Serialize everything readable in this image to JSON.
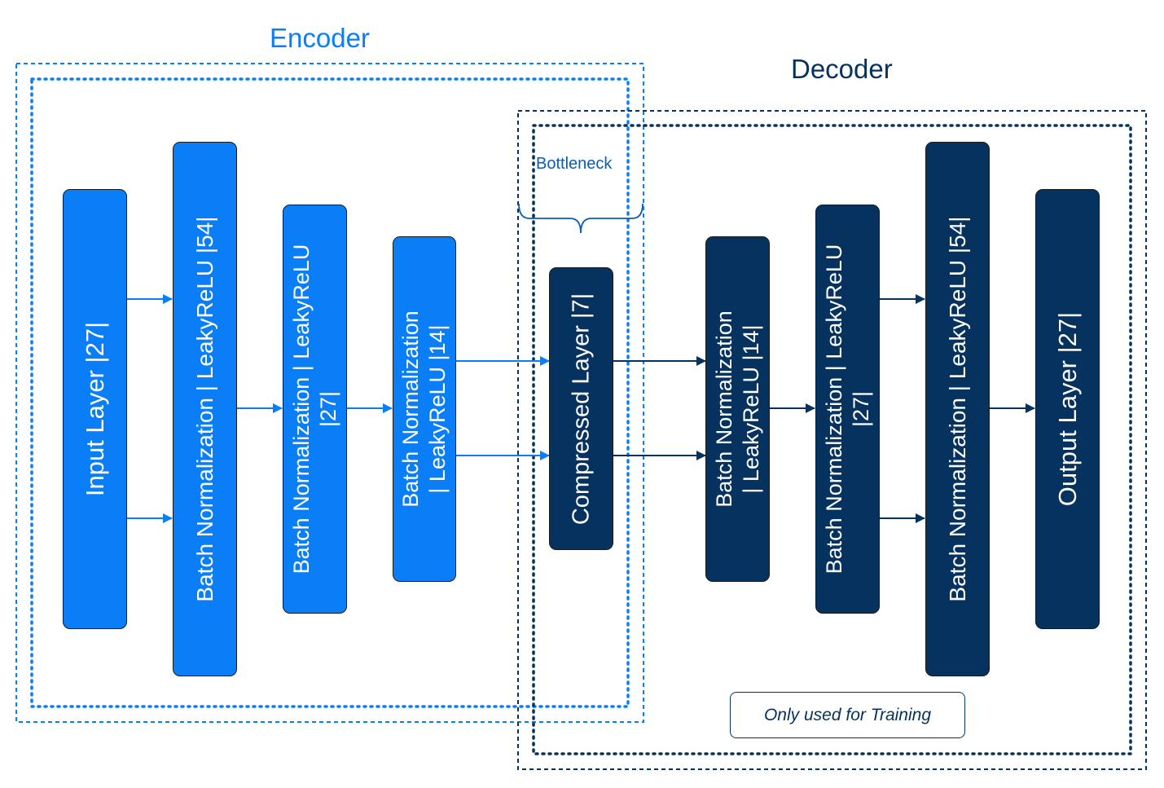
{
  "colors": {
    "encoder": "#0a7ef7",
    "decoder": "#05325e",
    "bottleneck": "#0a5db8",
    "note_border": "#05325e"
  },
  "encoder": {
    "title": "Encoder"
  },
  "decoder": {
    "title": "Decoder"
  },
  "bottleneck": {
    "label": "Bottleneck"
  },
  "training_note": "Only used for Training",
  "layers": [
    {
      "label": "Input Layer |27|"
    },
    {
      "label": "Batch Normalization | LeakyReLU |54|"
    },
    {
      "label": "Batch Normalization | LeakyReLU\n|27|"
    },
    {
      "label": "Batch Normalization\n| LeakyReLU |14|"
    },
    {
      "label": "Compressed Layer |7|"
    },
    {
      "label": "Batch Normalization\n| LeakyReLU |14|"
    },
    {
      "label": "Batch Normalization | LeakyReLU\n|27|"
    },
    {
      "label": "Batch Normalization | LeakyReLU |54|"
    },
    {
      "label": "Output Layer |27|"
    }
  ]
}
